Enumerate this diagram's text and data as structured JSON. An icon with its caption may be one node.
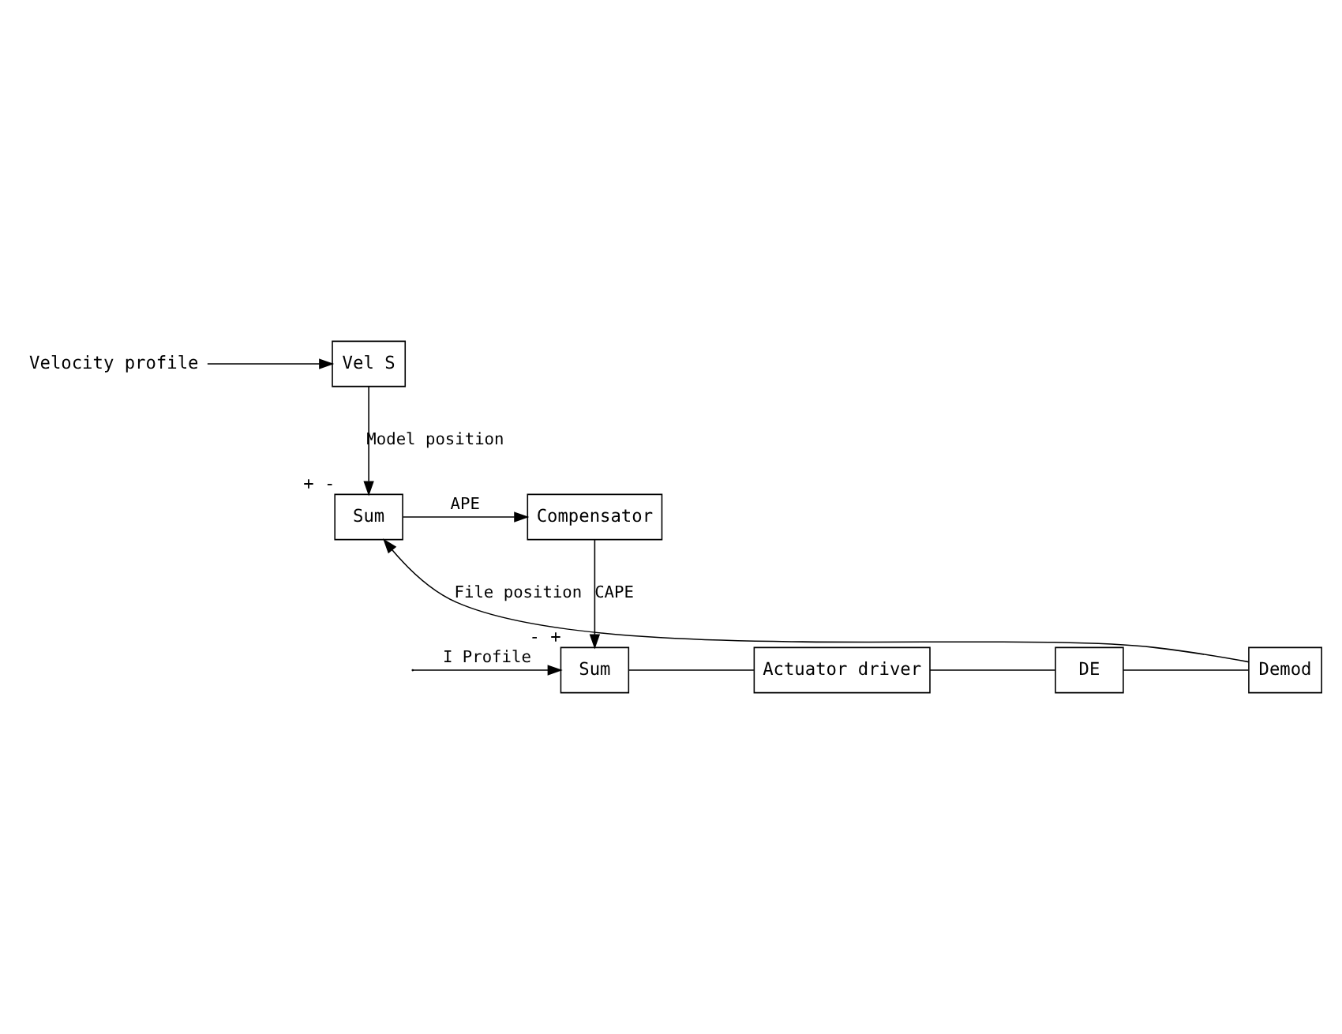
{
  "diagram": {
    "nodes": [
      {
        "text": [
          "Velocity profile"
        ]
      },
      {
        "text": [
          "Vel S"
        ]
      },
      {
        "text": [
          "Sum"
        ],
        "beside": [
          "+",
          "-"
        ]
      },
      {
        "text": [
          "Compensator"
        ]
      },
      {
        "text": [
          "Sum"
        ],
        "beside": [
          "-",
          "+"
        ]
      },
      {
        "text": [
          "Actuator driver"
        ]
      },
      {
        "text": [
          "DE"
        ]
      },
      {
        "text": [
          "Demod"
        ]
      }
    ],
    "edges": [
      {
        "from": 0,
        "to": 1,
        "arrow": "to"
      },
      {
        "from": 1,
        "to": 2,
        "arrow": "to",
        "label": "Model position"
      },
      {
        "from": 2,
        "to": 3,
        "arrow": "to",
        "label": "APE"
      },
      {
        "from": 3,
        "to": 4,
        "arrow": "to",
        "label": "CAPE"
      },
      {
        "from": null,
        "to": 4,
        "arrow": "to",
        "label": "I Profile"
      },
      {
        "from": 4,
        "to": 5,
        "arrow": "none"
      },
      {
        "from": 5,
        "to": 6,
        "arrow": "none"
      },
      {
        "from": 6,
        "to": 7,
        "arrow": "none"
      },
      {
        "from": 7,
        "to": 2,
        "arrow": "to",
        "label": "File position"
      }
    ]
  }
}
